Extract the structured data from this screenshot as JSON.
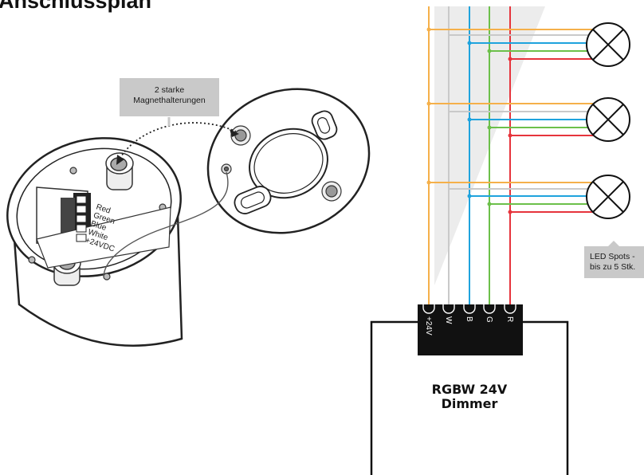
{
  "title": "Anschlussplan",
  "magnet_callout": {
    "line1": "2 starke",
    "line2": "Magnethalterungen"
  },
  "terminal_block_labels": [
    "Red",
    "Green",
    "Blue",
    "White",
    "+24VDC"
  ],
  "led_callout": {
    "line1": "LED Spots -",
    "line2": "bis zu 5 Stk."
  },
  "dimmer": {
    "line1": "RGBW 24V",
    "line2": "Dimmer"
  },
  "dimmer_terminals": [
    "+24V",
    "W",
    "B",
    "G",
    "R"
  ],
  "lamps": [
    "lamp-1",
    "lamp-2",
    "lamp-3"
  ],
  "colors": {
    "wire_24v": "#f5b04a",
    "wire_white": "#c9c9c9",
    "wire_blue": "#1fa3dd",
    "wire_green": "#6cc04a",
    "wire_red": "#e6343c",
    "callout_bg": "#c9c9c9",
    "terminal_bar": "#111111"
  }
}
